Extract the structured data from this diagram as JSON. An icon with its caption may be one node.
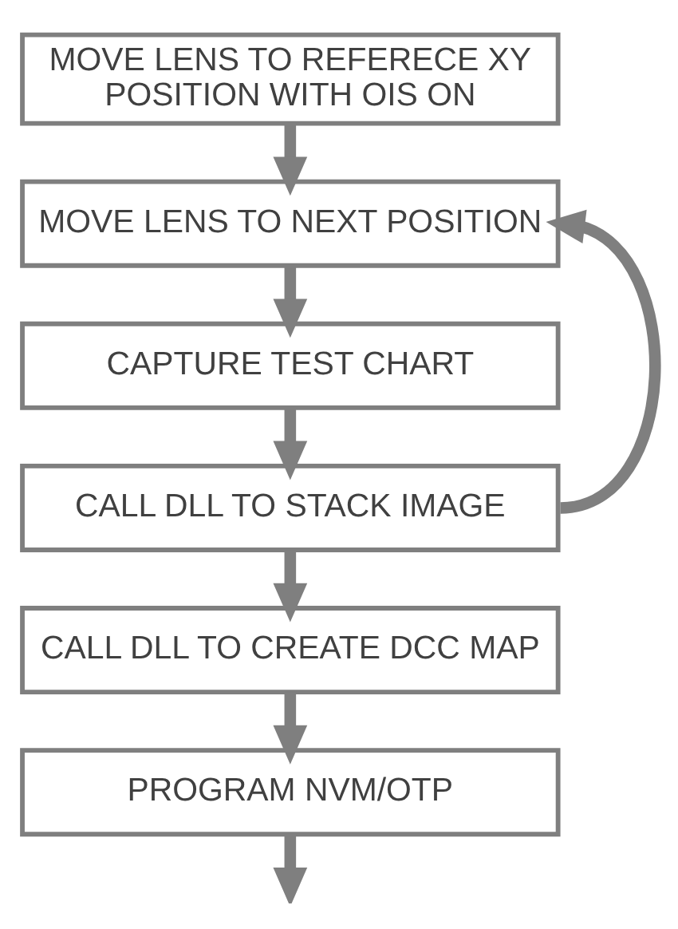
{
  "diagram": {
    "nodes": [
      {
        "text": [
          "MOVE LENS TO REFERECE XY POSITION WITH OIS ON"
        ]
      },
      {
        "text": [
          "MOVE LENS TO NEXT POSITION"
        ]
      },
      {
        "text": [
          "CAPTURE TEST CHART"
        ]
      },
      {
        "text": [
          "CALL DLL TO STACK IMAGE"
        ]
      },
      {
        "text": [
          "CALL DLL TO CREATE DCC MAP"
        ]
      },
      {
        "text": [
          "PROGRAM NVM/OTP"
        ]
      }
    ],
    "edges": [
      {
        "from": 0,
        "to": 1,
        "arrow": "to"
      },
      {
        "from": 1,
        "to": 2,
        "arrow": "to"
      },
      {
        "from": 2,
        "to": 3,
        "arrow": "to"
      },
      {
        "from": 3,
        "to": 4,
        "arrow": "to"
      },
      {
        "from": 3,
        "to": 1,
        "arrow": "to"
      },
      {
        "from": 4,
        "to": 5,
        "arrow": "to"
      },
      {
        "from": 5,
        "to": null,
        "arrow": "to"
      }
    ]
  }
}
